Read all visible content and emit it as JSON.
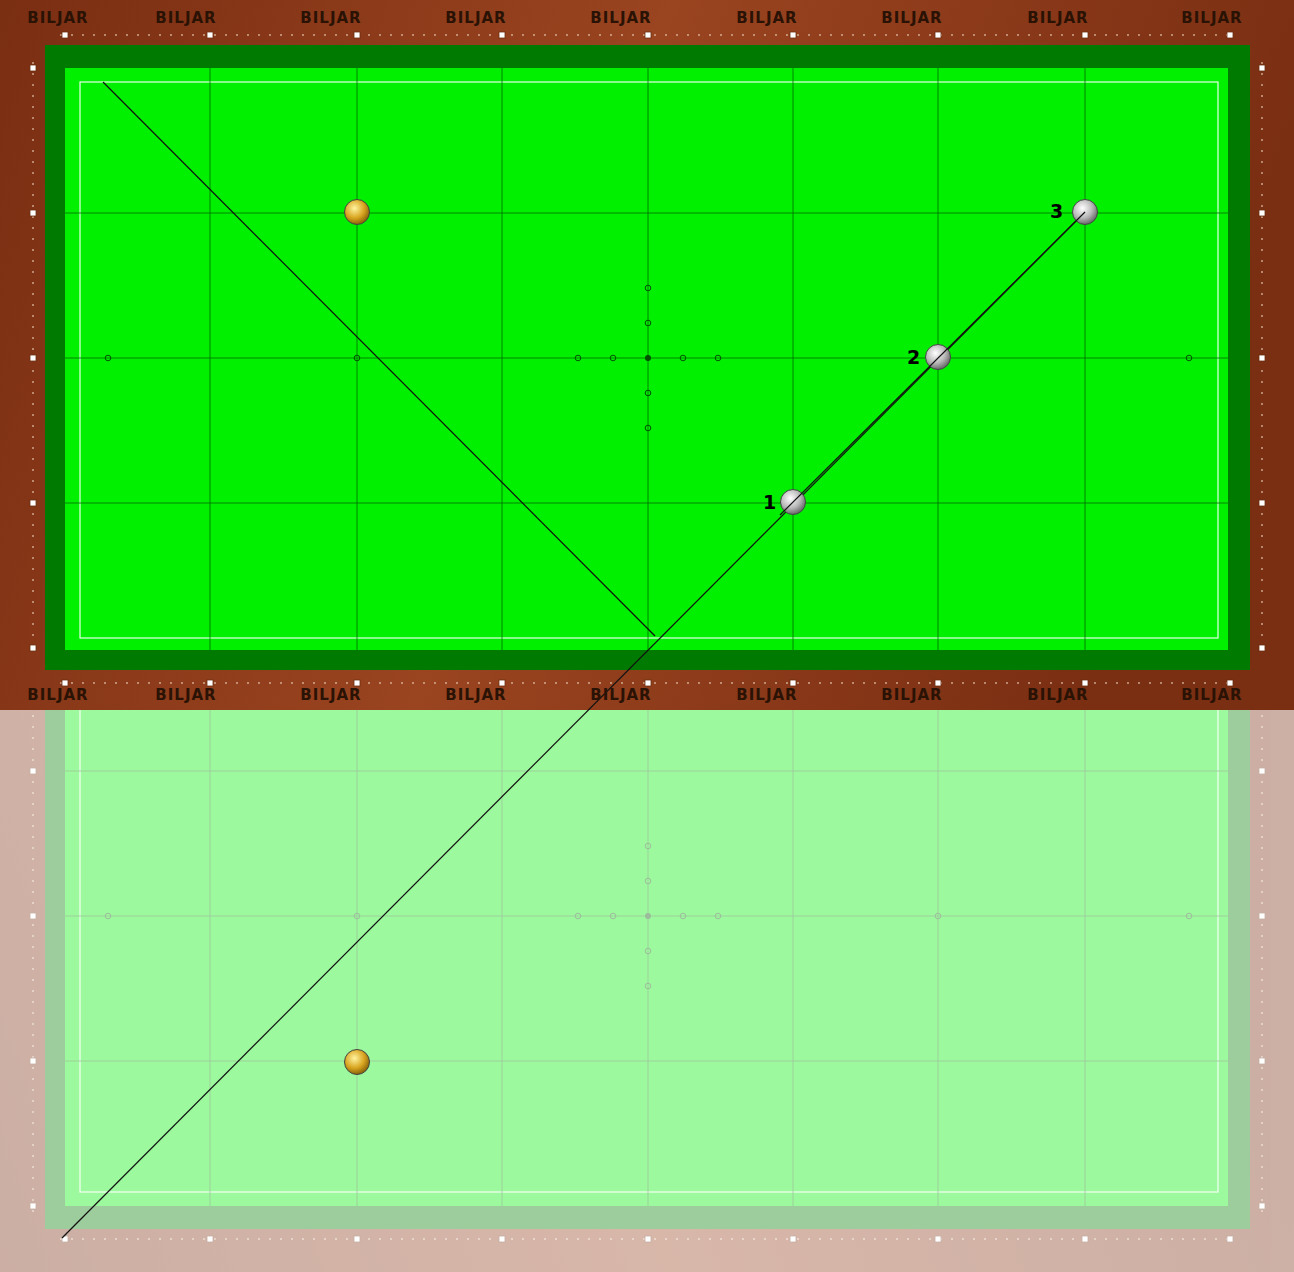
{
  "diagram": {
    "labels": [
      "1",
      "2",
      "3",
      "BILJAR",
      "BILJAR",
      "BILJAR",
      "BILJAR",
      "BILJAR",
      "BILJAR",
      "BILJAR",
      "BILJAR",
      "BILJAR",
      "BILJAR",
      "BILJAR",
      "BILJAR",
      "BILJAR",
      "BILJAR",
      "BILJAR",
      "BILJAR",
      "BILJAR",
      "BILJAR"
    ]
  }
}
